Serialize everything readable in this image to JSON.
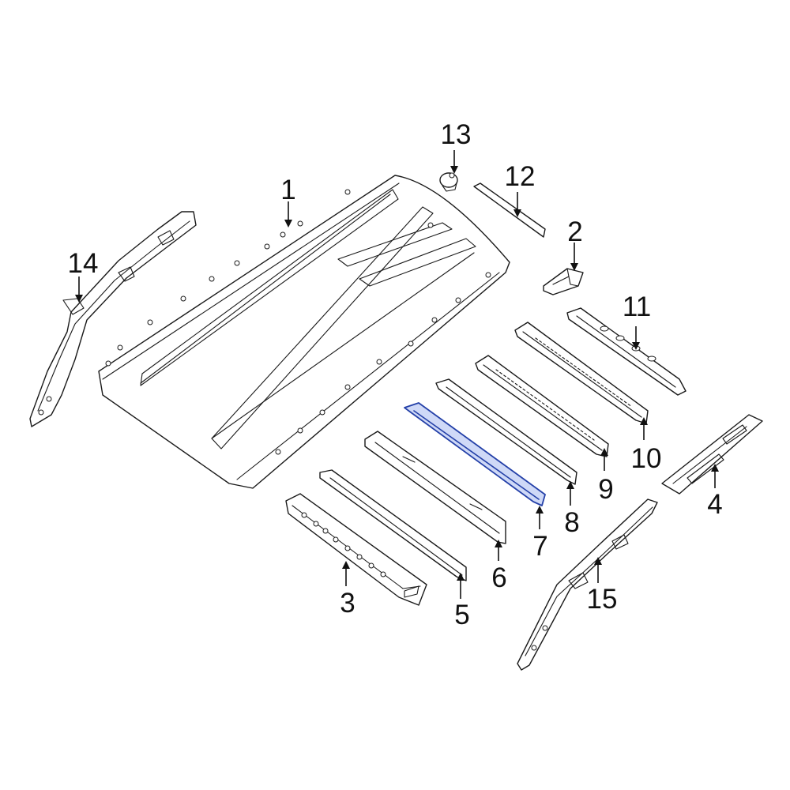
{
  "diagram": {
    "highlight_color": "#2440a8",
    "line_color": "#1a1a1a",
    "background_color": "#ffffff",
    "callouts": [
      {
        "id": "1",
        "label": "1"
      },
      {
        "id": "2",
        "label": "2"
      },
      {
        "id": "3",
        "label": "3"
      },
      {
        "id": "4",
        "label": "4"
      },
      {
        "id": "5",
        "label": "5"
      },
      {
        "id": "6",
        "label": "6"
      },
      {
        "id": "7",
        "label": "7",
        "highlighted": true
      },
      {
        "id": "8",
        "label": "8"
      },
      {
        "id": "9",
        "label": "9"
      },
      {
        "id": "10",
        "label": "10"
      },
      {
        "id": "11",
        "label": "11"
      },
      {
        "id": "12",
        "label": "12"
      },
      {
        "id": "13",
        "label": "13"
      },
      {
        "id": "14",
        "label": "14"
      },
      {
        "id": "15",
        "label": "15"
      }
    ]
  }
}
